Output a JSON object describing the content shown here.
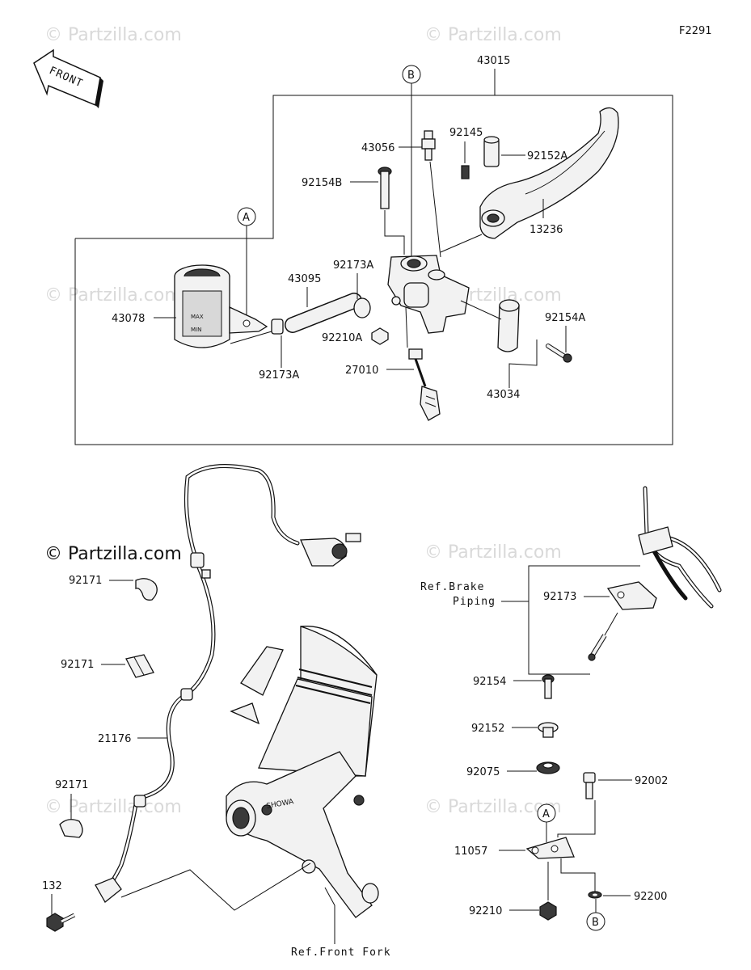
{
  "diagram_code": "F2291",
  "copyright": "© Partzilla.com",
  "watermark": "© Partzilla.com",
  "front_arrow_label": "FRONT",
  "callouts": {
    "a": "A",
    "b": "B"
  },
  "parts": {
    "p43015": "43015",
    "p43056": "43056",
    "p92145": "92145",
    "p92152A": "92152A",
    "p92154B": "92154B",
    "p13236": "13236",
    "p92173A_top": "92173A",
    "p43095": "43095",
    "p43078": "43078",
    "p92210A": "92210A",
    "p92154A": "92154A",
    "p92173A_bottom": "92173A",
    "p27010": "27010",
    "p43034": "43034",
    "p92171_a": "92171",
    "p92171_b": "92171",
    "p21176": "21176",
    "p92171_c": "92171",
    "p132": "132",
    "p92173": "92173",
    "p92154": "92154",
    "p92152": "92152",
    "p92075": "92075",
    "p92002": "92002",
    "p11057": "11057",
    "p92210": "92210",
    "p92200": "92200"
  },
  "refs": {
    "brake_piping_line1": "Ref.Brake",
    "brake_piping_line2": "Piping",
    "front_fork": "Ref.Front Fork"
  },
  "reservoir_marks": {
    "max": "MAX",
    "min": "MIN"
  },
  "fork_brand": "SHOWA"
}
